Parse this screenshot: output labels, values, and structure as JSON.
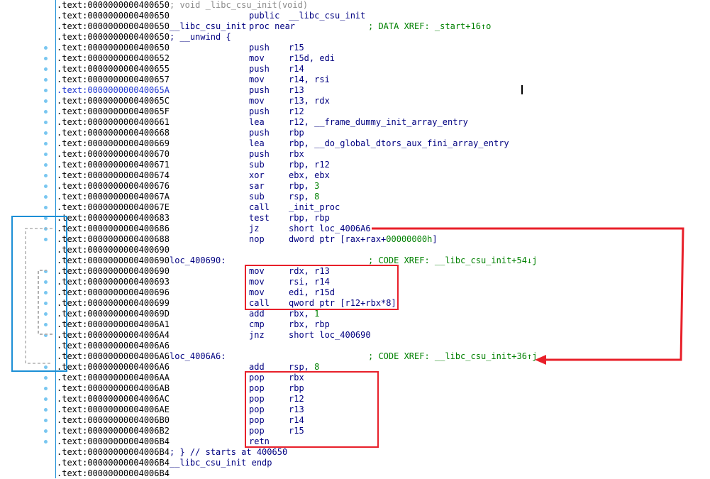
{
  "listing": {
    "rows": [
      {
        "addr": ".text:0000000000400650",
        "comment": "; void _libc_csu_init(void)",
        "dot": false
      },
      {
        "addr": ".text:0000000000400650",
        "mn": "public",
        "op": "__libc_csu_init",
        "dot": false
      },
      {
        "addr": ".text:0000000000400650",
        "label": "__libc_csu_init",
        "mn": "proc near",
        "xref": "; DATA XREF: _start+16↑o",
        "dot": false
      },
      {
        "addr": ".text:0000000000400650",
        "label": "; __unwind {",
        "dot": false
      },
      {
        "addr": ".text:0000000000400650",
        "mn": "push",
        "op": "r15",
        "dot": true
      },
      {
        "addr": ".text:0000000000400652",
        "mn": "mov",
        "op": "r15d, edi",
        "dot": true
      },
      {
        "addr": ".text:0000000000400655",
        "mn": "push",
        "op": "r14",
        "dot": true
      },
      {
        "addr": ".text:0000000000400657",
        "mn": "mov",
        "op": "r14, rsi",
        "dot": true
      },
      {
        "addr": ".text:000000000040065A",
        "mn": "push",
        "op": "r13",
        "dot": true,
        "current": true
      },
      {
        "addr": ".text:000000000040065C",
        "mn": "mov",
        "op": "r13, rdx",
        "dot": true
      },
      {
        "addr": ".text:000000000040065F",
        "mn": "push",
        "op": "r12",
        "dot": true
      },
      {
        "addr": ".text:0000000000400661",
        "mn": "lea",
        "op": "r12, __frame_dummy_init_array_entry",
        "dot": true
      },
      {
        "addr": ".text:0000000000400668",
        "mn": "push",
        "op": "rbp",
        "dot": true
      },
      {
        "addr": ".text:0000000000400669",
        "mn": "lea",
        "op": "rbp, __do_global_dtors_aux_fini_array_entry",
        "dot": true
      },
      {
        "addr": ".text:0000000000400670",
        "mn": "push",
        "op": "rbx",
        "dot": true
      },
      {
        "addr": ".text:0000000000400671",
        "mn": "sub",
        "op": "rbp, r12",
        "dot": true
      },
      {
        "addr": ".text:0000000000400674",
        "mn": "xor",
        "op": "ebx, ebx",
        "dot": true
      },
      {
        "addr": ".text:0000000000400676",
        "mn": "sar",
        "op": "rbp, ",
        "opnum": "3",
        "dot": true
      },
      {
        "addr": ".text:000000000040067A",
        "mn": "sub",
        "op": "rsp, ",
        "opnum": "8",
        "dot": true
      },
      {
        "addr": ".text:000000000040067E",
        "mn": "call",
        "op": "_init_proc",
        "dot": true
      },
      {
        "addr": ".text:0000000000400683",
        "mn": "test",
        "op": "rbp, rbp",
        "dot": true
      },
      {
        "addr": ".text:0000000000400686",
        "mn": "jz",
        "op": "short loc_4006A6",
        "dot": true
      },
      {
        "addr": ".text:0000000000400688",
        "mn": "nop",
        "op": "dword ptr [rax+rax+",
        "opnum": "00000000h",
        "optail": "]",
        "dot": true
      },
      {
        "addr": ".text:0000000000400690",
        "dot": false
      },
      {
        "addr": ".text:0000000000400690",
        "label": "loc_400690:",
        "xref": "; CODE XREF: __libc_csu_init+54↓j",
        "dot": false
      },
      {
        "addr": ".text:0000000000400690",
        "mn": "mov",
        "op": "rdx, r13",
        "dot": true
      },
      {
        "addr": ".text:0000000000400693",
        "mn": "mov",
        "op": "rsi, r14",
        "dot": true
      },
      {
        "addr": ".text:0000000000400696",
        "mn": "mov",
        "op": "edi, r15d",
        "dot": true
      },
      {
        "addr": ".text:0000000000400699",
        "mn": "call",
        "op": "qword ptr [r12+rbx*8]",
        "dot": true
      },
      {
        "addr": ".text:000000000040069D",
        "mn": "add",
        "op": "rbx, ",
        "opnum": "1",
        "dot": true
      },
      {
        "addr": ".text:00000000004006A1",
        "mn": "cmp",
        "op": "rbx, rbp",
        "dot": true
      },
      {
        "addr": ".text:00000000004006A4",
        "mn": "jnz",
        "op": "short loc_400690",
        "dot": true
      },
      {
        "addr": ".text:00000000004006A6",
        "dot": false
      },
      {
        "addr": ".text:00000000004006A6",
        "label": "loc_4006A6:",
        "xref": "; CODE XREF: __libc_csu_init+36↑j",
        "dot": false
      },
      {
        "addr": ".text:00000000004006A6",
        "mn": "add",
        "op": "rsp, ",
        "opnum": "8",
        "dot": true
      },
      {
        "addr": ".text:00000000004006AA",
        "mn": "pop",
        "op": "rbx",
        "dot": true
      },
      {
        "addr": ".text:00000000004006AB",
        "mn": "pop",
        "op": "rbp",
        "dot": true
      },
      {
        "addr": ".text:00000000004006AC",
        "mn": "pop",
        "op": "r12",
        "dot": true
      },
      {
        "addr": ".text:00000000004006AE",
        "mn": "pop",
        "op": "r13",
        "dot": true
      },
      {
        "addr": ".text:00000000004006B0",
        "mn": "pop",
        "op": "r14",
        "dot": true
      },
      {
        "addr": ".text:00000000004006B2",
        "mn": "pop",
        "op": "r15",
        "dot": true
      },
      {
        "addr": ".text:00000000004006B4",
        "mn": "retn",
        "dot": true
      },
      {
        "addr": ".text:00000000004006B4",
        "label": "; } // starts at 400650",
        "dot": false
      },
      {
        "addr": ".text:00000000004006B4",
        "label": "__libc_csu_init endp",
        "dot": false
      },
      {
        "addr": ".text:00000000004006B4",
        "dot": false
      }
    ]
  },
  "colors": {
    "annotation": "#e8202a",
    "flow_box": "#1c8fd6",
    "xref": "#008000",
    "code": "#000080"
  }
}
